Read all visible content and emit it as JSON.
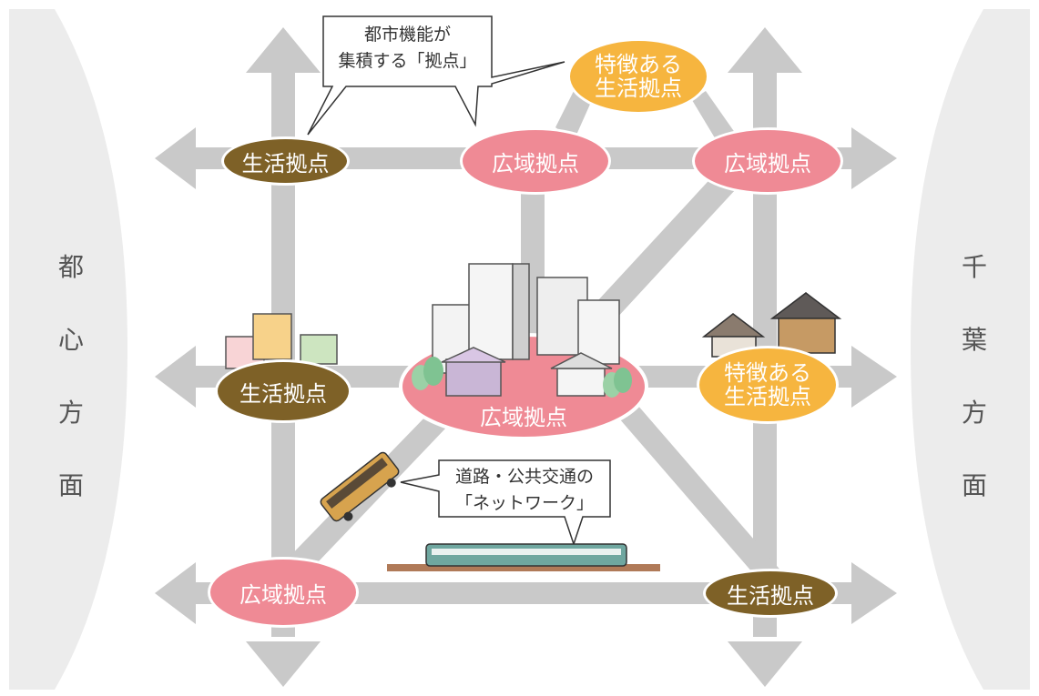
{
  "colors": {
    "arrow": "#c9c9c9",
    "wide_area": "#ef8a95",
    "daily_life": "#7e6127",
    "feature": "#f6b53f",
    "side_band": "#ececec",
    "label_light": "#ffffff"
  },
  "side_labels": {
    "left": [
      "都",
      "心",
      "方",
      "面"
    ],
    "right": [
      "千",
      "葉",
      "方",
      "面"
    ]
  },
  "callouts": {
    "base": [
      "都市機能が",
      "集積する「拠点」"
    ],
    "network": [
      "道路・公共交通の",
      "「ネットワーク」"
    ]
  },
  "nodes": {
    "wide_area": "広域拠点",
    "daily_life": "生活拠点",
    "feature": [
      "特徴ある",
      "生活拠点"
    ]
  },
  "icons": [
    "building-icon",
    "house-icon",
    "bus-icon",
    "train-icon",
    "tree-icon",
    "temple-icon"
  ]
}
